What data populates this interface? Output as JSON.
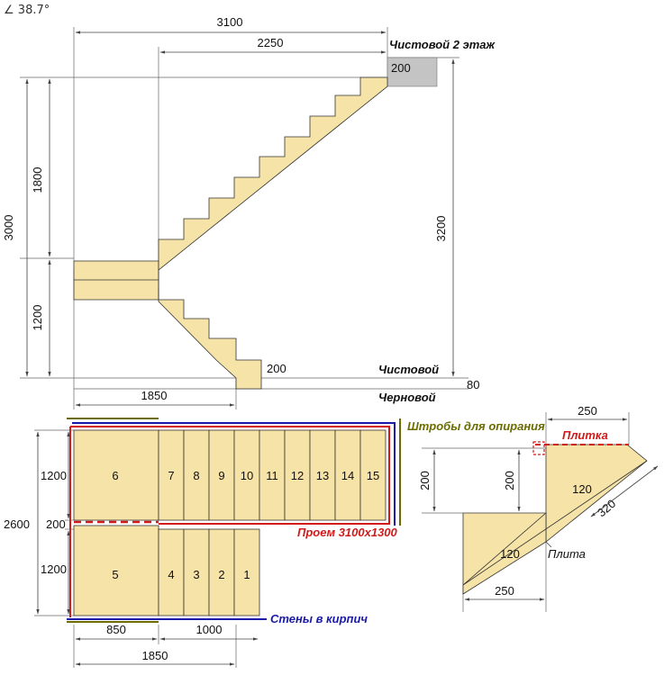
{
  "header": {
    "angle": "38.7°"
  },
  "elevation": {
    "dim_top_total": "3100",
    "dim_top_upper": "2250",
    "label_finish_floor2": "Чистовой  2 этаж",
    "top_slab": "200",
    "dim_left_total": "3000",
    "dim_left_upper": "1800",
    "dim_left_lower": "1200",
    "dim_right": "3200",
    "bottom_step": "200",
    "label_finish": "Чистовой",
    "label_rough": "Черновой",
    "rough_offset": "80",
    "dim_bottom": "1850"
  },
  "plan": {
    "label_grooves": "Штробы для опирания",
    "label_opening": "Проем 3100х1300",
    "label_walls": "Стены в кирпич",
    "dim_left_total": "2600",
    "dim_left_top": "1200",
    "dim_left_mid": "200",
    "dim_left_bot": "1200",
    "dim_bottom_a": "850",
    "dim_bottom_b": "1000",
    "dim_bottom_total": "1850",
    "upper_steps": [
      "6",
      "7",
      "8",
      "9",
      "10",
      "11",
      "12",
      "13",
      "14",
      "15"
    ],
    "lower_steps": [
      "5",
      "4",
      "3",
      "2",
      "1"
    ]
  },
  "detail": {
    "dim_top": "250",
    "label_tile": "Плитка",
    "dim_left_outer": "200",
    "dim_left_inner": "200",
    "upper_thickness": "120",
    "slope_length": "320",
    "label_slab": "Плита",
    "lower_thickness": "120",
    "dim_bottom": "250"
  },
  "colors": {
    "stair_fill": "#f6e3a8",
    "groove_green": "#6b6b00",
    "opening_red": "#d11a1a",
    "wall_blue": "#1a1aa8",
    "slab_grey": "#c4c4c4"
  }
}
